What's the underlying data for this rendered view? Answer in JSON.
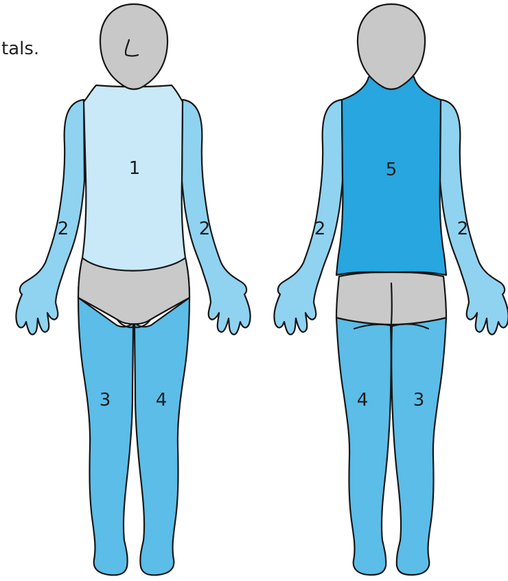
{
  "partial_text": "tals.",
  "colors": {
    "head": "#c8c8c9",
    "front_torso": "#c9e9f8",
    "arm": "#8fd3f1",
    "leg": "#5bbde8",
    "back_torso": "#27a6df",
    "underwear": "#c9c9ca",
    "outline": "#161616"
  },
  "front": {
    "labels": {
      "torso": "1",
      "arm_left": "2",
      "arm_right": "2",
      "leg_left": "3",
      "leg_right": "4"
    }
  },
  "back": {
    "labels": {
      "torso": "5",
      "arm_left": "2",
      "arm_right": "2",
      "leg_left": "4",
      "leg_right": "3"
    }
  }
}
